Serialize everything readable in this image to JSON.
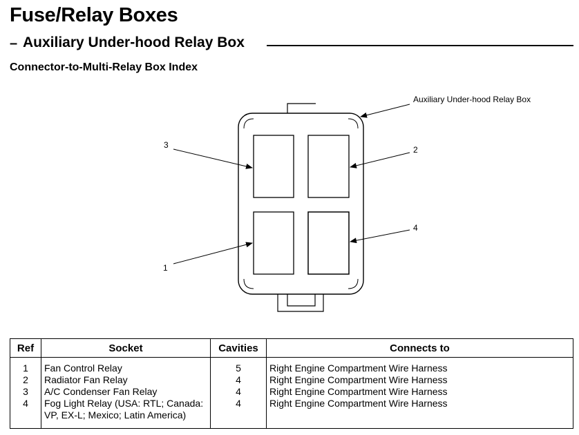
{
  "header": {
    "title": "Fuse/Relay Boxes",
    "subtitle_dash": "–",
    "subtitle": "Auxiliary Under-hood Relay Box",
    "section": "Connector-to-Multi-Relay Box Index"
  },
  "diagram": {
    "box_label": "Auxiliary Under-hood Relay Box",
    "callouts": [
      "3",
      "2",
      "4",
      "1"
    ]
  },
  "table": {
    "headers": {
      "ref": "Ref",
      "socket": "Socket",
      "cavities": "Cavities",
      "connects": "Connects to"
    },
    "rows": [
      {
        "ref": "1",
        "socket": "Fan Control Relay",
        "cavities": "5",
        "connects": "Right Engine Compartment Wire Harness"
      },
      {
        "ref": "2",
        "socket": "Radiator Fan Relay",
        "cavities": "4",
        "connects": "Right Engine Compartment Wire Harness"
      },
      {
        "ref": "3",
        "socket": "A/C Condenser Fan Relay",
        "cavities": "4",
        "connects": "Right Engine Compartment Wire Harness"
      },
      {
        "ref": "4",
        "socket": "Fog Light Relay (USA: RTL; Canada: VP, EX-L; Mexico; Latin America)",
        "cavities": "4",
        "connects": "Right Engine Compartment Wire Harness"
      }
    ]
  }
}
